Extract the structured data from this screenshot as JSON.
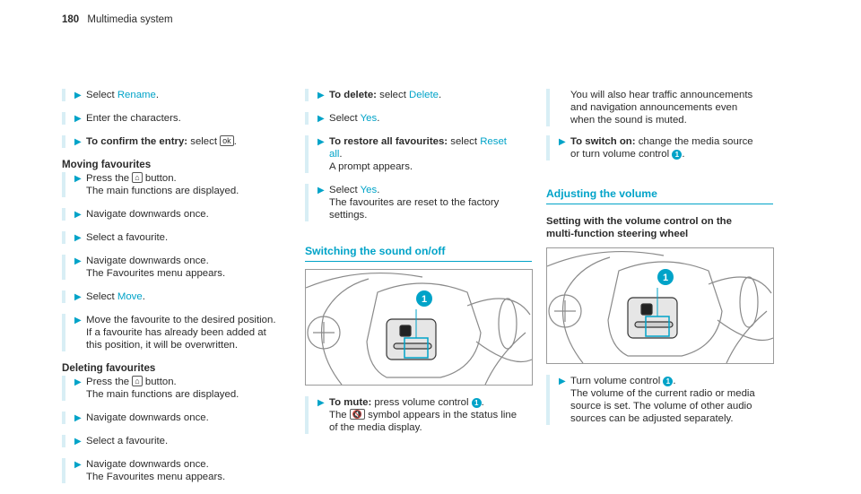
{
  "header": {
    "page_number": "180",
    "title": "Multimedia system"
  },
  "col1": {
    "s1_pre": "Select ",
    "s1_link": "Rename",
    "s1_post": ".",
    "s2": "Enter the characters.",
    "s3_bold": "To confirm the entry:",
    "s3_text": " select ",
    "s3_icon": "ok",
    "s3_post": ".",
    "moving_heading": "Moving favourites",
    "m1_a": "Press the ",
    "m1_icon": "⌂",
    "m1_b": " button.",
    "m1_c": "The main functions are displayed.",
    "m2": "Navigate downwards once.",
    "m3": "Select a favourite.",
    "m4_a": "Navigate downwards once.",
    "m4_b": "The Favourites menu appears.",
    "m5_pre": "Select ",
    "m5_link": "Move",
    "m5_post": ".",
    "m6": "Move the favourite to the desired position. If a favourite has already been added at this position, it will be overwritten.",
    "deleting_heading": "Deleting favourites",
    "d1_a": "Press the ",
    "d1_icon": "⌂",
    "d1_b": " button.",
    "d1_c": "The main functions are displayed.",
    "d2": "Navigate downwards once.",
    "d3": "Select a favourite.",
    "d4_a": "Navigate downwards once.",
    "d4_b": "The Favourites menu appears."
  },
  "col2": {
    "s1_bold": "To delete:",
    "s1_text": " select ",
    "s1_link": "Delete",
    "s1_post": ".",
    "s2_pre": "Select ",
    "s2_link": "Yes",
    "s2_post": ".",
    "s3_bold": "To restore all favourites:",
    "s3_text": " select ",
    "s3_link": "Reset all",
    "s3_post": ".",
    "s3_b": "A prompt appears.",
    "s4_pre": "Select ",
    "s4_link": "Yes",
    "s4_post": ".",
    "s4_b": "The favourites are reset to the factory settings.",
    "section_heading": "Switching the sound on/off",
    "mute_bold": "To mute:",
    "mute_text": " press volume control ",
    "mute_badge": "1",
    "mute_post": ".",
    "mute_b1": "The ",
    "mute_icon": "🔇",
    "mute_b2": " symbol appears in the status line of the media display."
  },
  "col3": {
    "p1": "You will also hear traffic announcements and navigation announcements even when the sound is muted.",
    "s1_bold": "To switch on:",
    "s1_text": " change the media source or turn volume control ",
    "s1_badge": "1",
    "s1_post": ".",
    "section_heading": "Adjusting the volume",
    "bold_heading": "Setting with the volume control on the multi-function steering wheel",
    "s2_a": "Turn volume control ",
    "s2_badge": "1",
    "s2_post": ".",
    "s2_b": "The volume of the current radio or media source is set. The volume of other audio sources can be adjusted separately."
  },
  "figure": {
    "callout": "1"
  },
  "colors": {
    "accent": "#00a3c8",
    "bar": "#d8eef5",
    "text": "#2b2b2b"
  }
}
